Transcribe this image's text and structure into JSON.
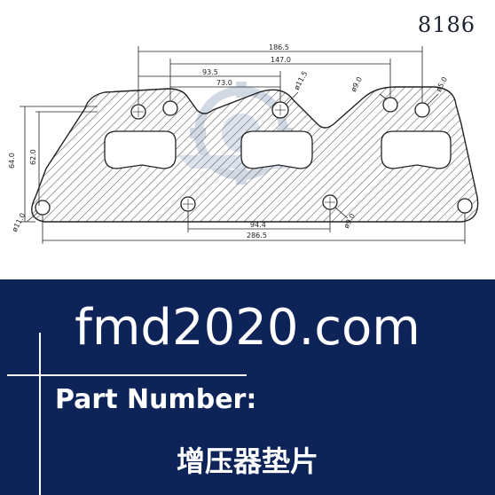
{
  "part_code": "8186",
  "drawing": {
    "dimensions": {
      "overall_top": "186.5",
      "inner_top": "147.0",
      "mid_top": "93.5",
      "mid_inner": "73.0",
      "hole_upper_mid": "ø11.5",
      "hole_upper_right_a": "ø9.0",
      "hole_upper_right_b": "ø5.0",
      "height_outer": "64.0",
      "height_inner": "62.0",
      "hole_left": "ø11.0",
      "bottom_span": "94.4",
      "hole_bottom_mid": "ø9.0",
      "overall_bottom": "286.5"
    }
  },
  "banner": {
    "site": "fmd2020.com",
    "part_label": "Part Number:",
    "part_name": "增压器垫片"
  }
}
